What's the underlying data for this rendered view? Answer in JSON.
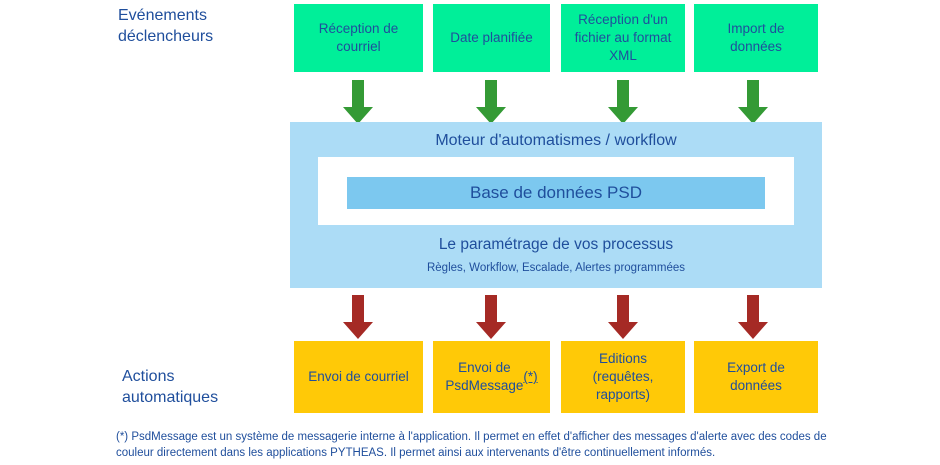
{
  "diagram": {
    "title": "Moteur d'automatismes / workflow",
    "colors": {
      "trigger_green": "#00EF99",
      "action_yellow": "#FFC907",
      "panel_blue": "#ACDCF6",
      "database_blue": "#7CC8EF",
      "text_navy": "#1F4E9C",
      "arrow_green": "#349A35",
      "arrow_red": "#A52A25"
    }
  },
  "labels": {
    "triggers": "Evénements\ndéclencheurs",
    "actions": "Actions\nautomatiques"
  },
  "triggers": [
    {
      "label": "Réception de\ncourriel"
    },
    {
      "label": "Date planifiée"
    },
    {
      "label": "Réception d'un\nfichier au format\nXML"
    },
    {
      "label": "Import de\ndonnées"
    }
  ],
  "engine": {
    "title": "Moteur d'automatismes / workflow",
    "database": "Base de données PSD",
    "subtitle": "Le paramétrage de vos processus",
    "subcaption": "Règles, Workflow, Escalade, Alertes programmées"
  },
  "actions": [
    {
      "label": "Envoi de courriel",
      "marker": ""
    },
    {
      "label": "Envoi de\nPsdMessage ",
      "marker": "(*)"
    },
    {
      "label": "Editions\n(requêtes,\nrapports)",
      "marker": ""
    },
    {
      "label": "Export de\ndonnées",
      "marker": ""
    }
  ],
  "arrows": {
    "down_green": [
      {
        "name": "arrow-trigger-0"
      },
      {
        "name": "arrow-trigger-1"
      },
      {
        "name": "arrow-trigger-2"
      },
      {
        "name": "arrow-trigger-3"
      }
    ],
    "down_red": [
      {
        "name": "arrow-action-0"
      },
      {
        "name": "arrow-action-1"
      },
      {
        "name": "arrow-action-2"
      },
      {
        "name": "arrow-action-3"
      }
    ]
  },
  "footnote": "(*) PsdMessage est un système de messagerie interne à l'application. Il permet en effet d'afficher des messages d'alerte avec des codes de couleur directement dans les applications PYTHEAS. Il permet ainsi aux intervenants d'être continuellement informés."
}
